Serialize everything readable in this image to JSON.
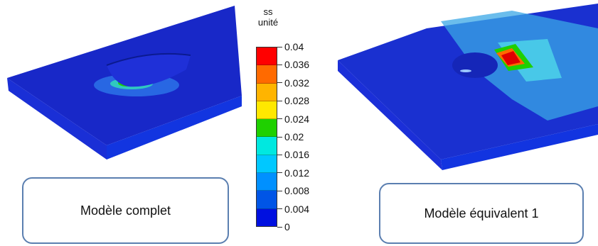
{
  "legend": {
    "title_line1": "ss",
    "title_line2": "unité",
    "labels": [
      "0.04",
      "0.036",
      "0.032",
      "0.028",
      "0.024",
      "0.02",
      "0.016",
      "0.012",
      "0.008",
      "0.004",
      "0"
    ],
    "colors": [
      "#ff0000",
      "#ff6a00",
      "#ffb400",
      "#ffe800",
      "#1fd000",
      "#00e8e0",
      "#00c8ff",
      "#0090ff",
      "#0055e6",
      "#0010e0"
    ]
  },
  "left_caption": "Modèle complet",
  "right_caption": "Modèle équivalent 1"
}
